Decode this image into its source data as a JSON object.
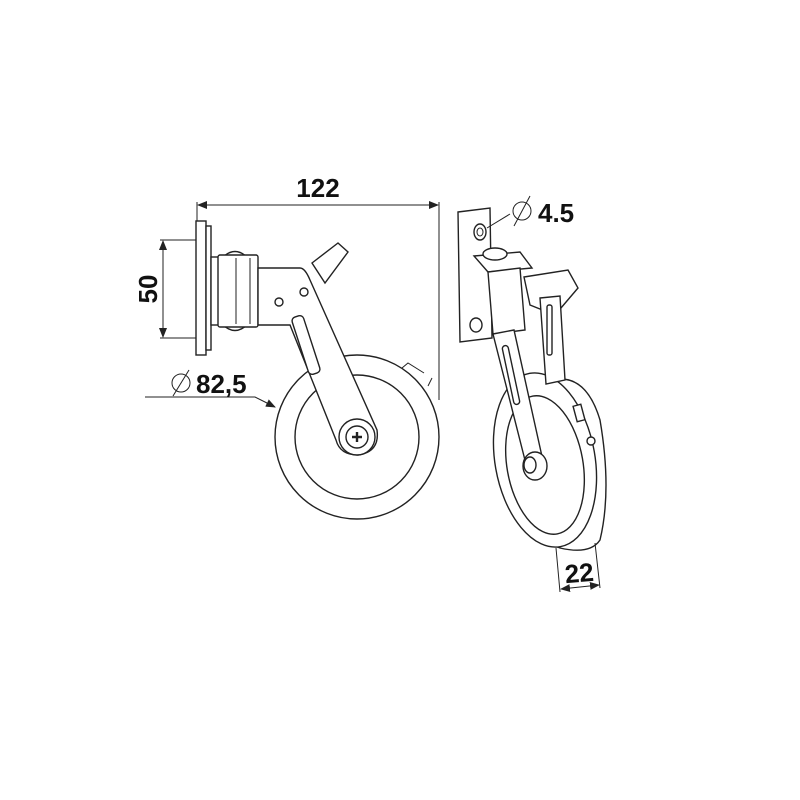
{
  "drawing": {
    "subject": "Swivel caster wheel with mounting plate",
    "views": [
      {
        "name": "side-view",
        "description": "Side elevation of caster"
      },
      {
        "name": "isometric-view",
        "description": "Perspective view of caster"
      }
    ]
  },
  "dimensions": {
    "overall_length": "122",
    "plate_height": "50",
    "wheel_diameter": "82,5",
    "hole_diameter": "4.5",
    "wheel_width": "22"
  },
  "colors": {
    "line": "#222222",
    "background": "#ffffff"
  }
}
